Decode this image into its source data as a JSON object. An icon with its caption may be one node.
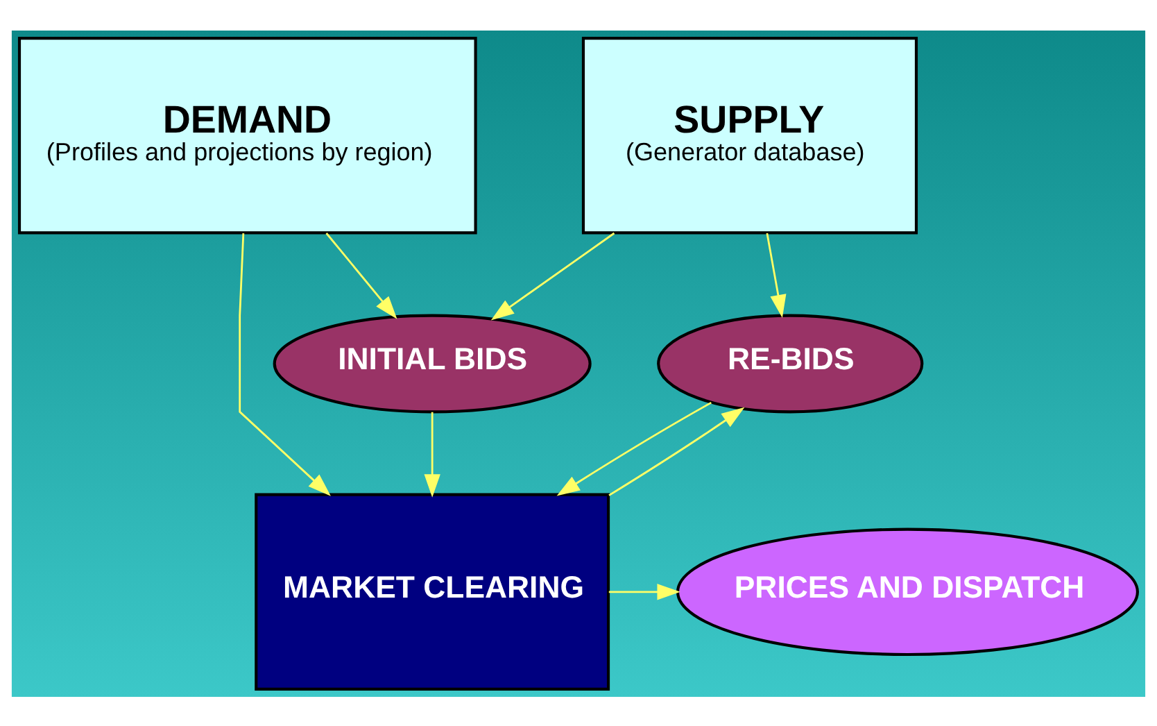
{
  "diagram": {
    "nodes": [
      {
        "text": [
          "DEMAND",
          "(Profiles and projections by region)"
        ]
      },
      {
        "text": [
          "SUPPLY",
          "(Generator database)"
        ]
      },
      {
        "text": [
          "INITIAL BIDS"
        ]
      },
      {
        "text": [
          "RE-BIDS"
        ]
      },
      {
        "text": [
          "MARKET CLEARING"
        ]
      },
      {
        "text": [
          "PRICES AND DISPATCH"
        ]
      }
    ],
    "edges": [
      {
        "from": 0,
        "to": 2,
        "arrow": "to"
      },
      {
        "from": 1,
        "to": 2,
        "arrow": "to"
      },
      {
        "from": 1,
        "to": 3,
        "arrow": "to"
      },
      {
        "from": 0,
        "to": 4,
        "arrow": "to"
      },
      {
        "from": 2,
        "to": 4,
        "arrow": "to"
      },
      {
        "from": 3,
        "to": 4,
        "arrow": "to"
      },
      {
        "from": 4,
        "to": 5,
        "arrow": "to"
      },
      {
        "from": 4,
        "to": 3,
        "arrow": "to"
      }
    ]
  }
}
